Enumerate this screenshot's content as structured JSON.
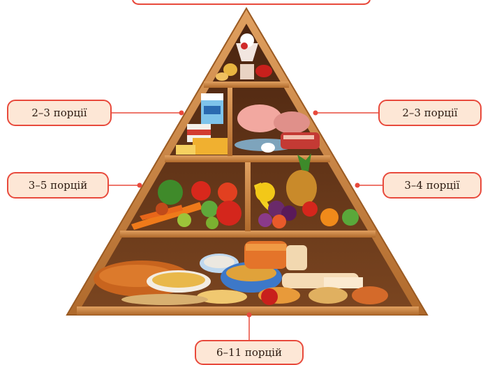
{
  "labels": {
    "top_right_left": "2–3 порції",
    "top_right_right": "2–3 порції",
    "middle_left": "3–5 порцій",
    "middle_right": "3–4 порції",
    "bottom": "6–11 порцій"
  },
  "colors": {
    "accent": "#e84a3c",
    "label_fill": "#fde7d6",
    "wood": "#c8813c",
    "wood_inner": "#6b3a1a"
  },
  "tiers": [
    "sweets-fats",
    "dairy",
    "meat-fish",
    "vegetables",
    "fruits",
    "bread-grains"
  ]
}
